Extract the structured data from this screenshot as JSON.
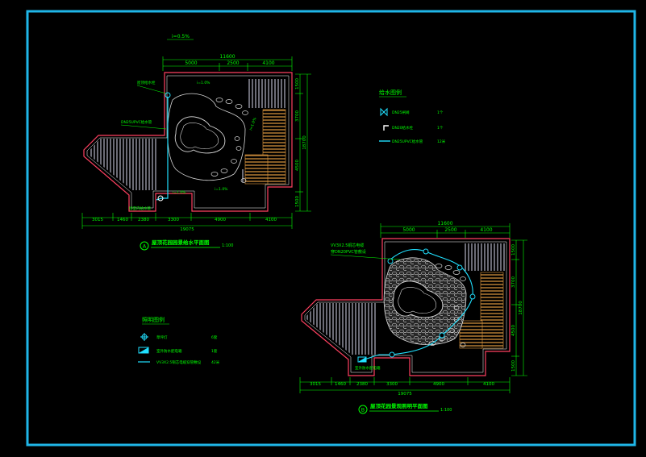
{
  "colors": {
    "background": "#000000",
    "frame": "#1fb6e8",
    "dim": "#00ff00",
    "boundary": "#ff4060",
    "pipe": "#20e0ff",
    "hatch": "#9a9aa8",
    "deck": "#e09a40",
    "path": "#d8d8d8"
  },
  "plan_a": {
    "level": "i=0.5%",
    "top_total": "11600",
    "top_dims": [
      "5000",
      "2500",
      "4100"
    ],
    "right_dims": [
      "1500",
      "3700",
      "4500",
      "1500"
    ],
    "right_total": "18700",
    "bottom_dims": [
      "3015",
      "1460",
      "2380",
      "3300",
      "4900",
      "4100"
    ],
    "bottom_total": "19075",
    "title": "屋顶花园园景给水平面图",
    "scale": "1:100",
    "slope_labels": [
      "i=1.0%",
      "i=1.0%",
      "i=1.0%",
      "i=1.0%"
    ],
    "labels": [
      "屋顶给水栓",
      "DN25UPVC给水管",
      "接室内给水管"
    ]
  },
  "legend_water": {
    "title": "给水图例",
    "items": [
      {
        "symbol": "valve-icon",
        "label": "DN25闸阀",
        "qty": "1个"
      },
      {
        "symbol": "tap-icon",
        "label": "DN20给水栓",
        "qty": "1个"
      },
      {
        "symbol": "pipe-line-icon",
        "label": "DN25UPVC给水管",
        "qty": "12米"
      }
    ]
  },
  "legend_light": {
    "title": "照明图例",
    "items": [
      {
        "symbol": "lamp-icon",
        "label": "草坪灯",
        "qty": "6套"
      },
      {
        "symbol": "box-icon",
        "label": "室外防水配电箱",
        "qty": "1套"
      },
      {
        "symbol": "cable-line-icon",
        "label": "VV3X2.5铜芯电缆穿管敷设",
        "qty": "42米"
      }
    ]
  },
  "plan_b": {
    "top_total": "11600",
    "top_dims": [
      "5000",
      "2500",
      "4100"
    ],
    "right_dims": [
      "1500",
      "3700",
      "4500",
      "1500"
    ],
    "right_total": "18700",
    "bottom_dims": [
      "3015",
      "1460",
      "2380",
      "3300",
      "4900",
      "4100"
    ],
    "bottom_total": "19075",
    "title": "屋顶花园景观照明平面图",
    "scale": "1:100",
    "labels": [
      "VV3X2.5铜芯电缆",
      "穿DN20PVC管敷设",
      "室外防水配电箱"
    ]
  },
  "markers": {
    "a": "A",
    "b": "B"
  }
}
